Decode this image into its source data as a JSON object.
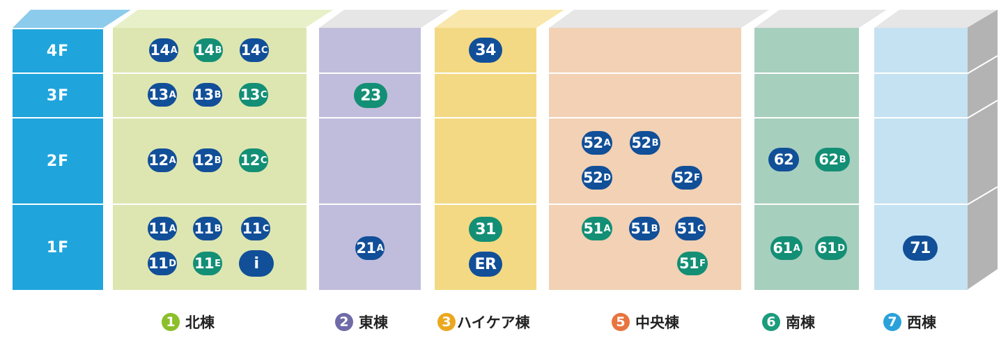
{
  "colors": {
    "floor_label_bg": "#1fa5dc",
    "badge_blue": "#114f98",
    "badge_green": "#138f75",
    "north": "#dde6b1",
    "east": "#c0bddc",
    "highcare": "#f3d983",
    "central": "#f2d1b4",
    "south": "#a7cfbe",
    "west": "#c4e2f2",
    "side": "#b3b3b3"
  },
  "floors": [
    {
      "label": "4F"
    },
    {
      "label": "3F"
    },
    {
      "label": "2F"
    },
    {
      "label": "1F"
    }
  ],
  "wards": {
    "north": {
      "4F": [
        {
          "num": "14",
          "suffix": "A",
          "color": "blue"
        },
        {
          "num": "14",
          "suffix": "B",
          "color": "green"
        },
        {
          "num": "14",
          "suffix": "C",
          "color": "blue"
        }
      ],
      "3F": [
        {
          "num": "13",
          "suffix": "A",
          "color": "blue"
        },
        {
          "num": "13",
          "suffix": "B",
          "color": "blue"
        },
        {
          "num": "13",
          "suffix": "C",
          "color": "green"
        }
      ],
      "2F": [
        {
          "num": "12",
          "suffix": "A",
          "color": "blue"
        },
        {
          "num": "12",
          "suffix": "B",
          "color": "blue"
        },
        {
          "num": "12",
          "suffix": "C",
          "color": "green"
        }
      ],
      "1F": [
        {
          "num": "11",
          "suffix": "A",
          "color": "blue"
        },
        {
          "num": "11",
          "suffix": "B",
          "color": "blue"
        },
        {
          "num": "11",
          "suffix": "C",
          "color": "blue"
        },
        {
          "num": "11",
          "suffix": "D",
          "color": "blue"
        },
        {
          "num": "11",
          "suffix": "E",
          "color": "green"
        },
        {
          "num": "i",
          "suffix": "",
          "color": "blue"
        }
      ]
    },
    "east": {
      "3F": [
        {
          "num": "23",
          "suffix": "",
          "color": "green"
        }
      ],
      "1F": [
        {
          "num": "21",
          "suffix": "A",
          "color": "blue"
        }
      ]
    },
    "highcare": {
      "4F": [
        {
          "num": "34",
          "suffix": "",
          "color": "blue"
        }
      ],
      "1F": [
        {
          "num": "31",
          "suffix": "",
          "color": "green"
        },
        {
          "num": "ER",
          "suffix": "",
          "color": "blue"
        }
      ]
    },
    "central": {
      "2F": [
        {
          "num": "52",
          "suffix": "A",
          "color": "blue"
        },
        {
          "num": "52",
          "suffix": "B",
          "color": "blue"
        },
        {
          "num": "52",
          "suffix": "D",
          "color": "blue"
        },
        {
          "num": "52",
          "suffix": "F",
          "color": "blue"
        }
      ],
      "1F": [
        {
          "num": "51",
          "suffix": "A",
          "color": "green"
        },
        {
          "num": "51",
          "suffix": "B",
          "color": "blue"
        },
        {
          "num": "51",
          "suffix": "C",
          "color": "blue"
        },
        {
          "num": "51",
          "suffix": "F",
          "color": "green"
        }
      ]
    },
    "south": {
      "2F": [
        {
          "num": "62",
          "suffix": "",
          "color": "blue"
        },
        {
          "num": "62",
          "suffix": "B",
          "color": "green"
        }
      ],
      "1F": [
        {
          "num": "61",
          "suffix": "A",
          "color": "green"
        },
        {
          "num": "61",
          "suffix": "D",
          "color": "green"
        }
      ]
    },
    "west": {
      "1F": [
        {
          "num": "71",
          "suffix": "",
          "color": "blue"
        }
      ]
    }
  },
  "legend": [
    {
      "num": "1",
      "name": "北棟",
      "color": "#8bbf2b"
    },
    {
      "num": "2",
      "name": "東棟",
      "color": "#6f6aa8"
    },
    {
      "num": "3",
      "name": "ハイケア棟",
      "color": "#eba81f"
    },
    {
      "num": "5",
      "name": "中央棟",
      "color": "#e8743f"
    },
    {
      "num": "6",
      "name": "南棟",
      "color": "#1c9c7c"
    },
    {
      "num": "7",
      "name": "西棟",
      "color": "#2aa1da"
    }
  ]
}
